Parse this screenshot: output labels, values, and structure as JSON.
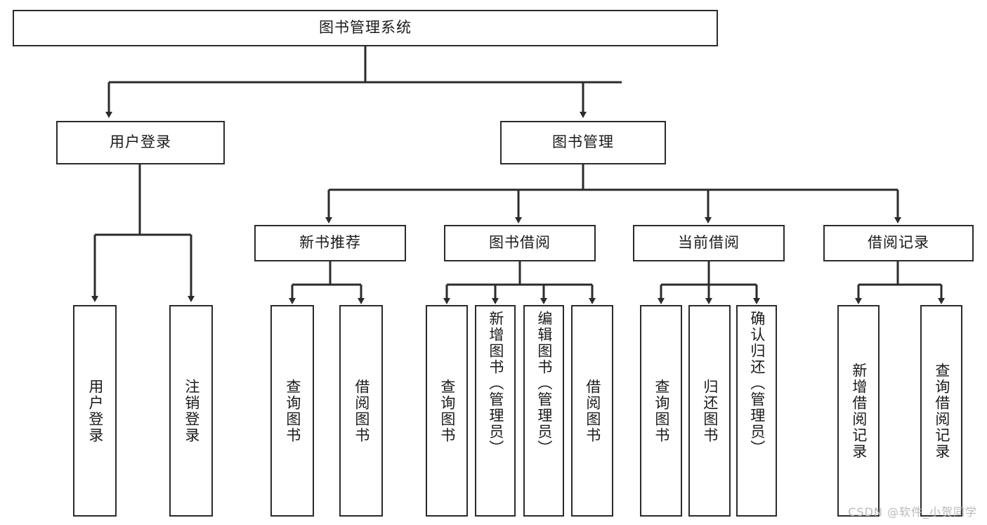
{
  "diagram": {
    "type": "tree",
    "title": "图书管理系统",
    "root": {
      "id": "root",
      "label": "图书管理系统",
      "orientation": "horizontal"
    },
    "level1": [
      {
        "id": "user-login",
        "label": "用户登录",
        "orientation": "horizontal"
      },
      {
        "id": "book-manage",
        "label": "图书管理",
        "orientation": "horizontal"
      }
    ],
    "level2": [
      {
        "id": "new-book-recommend",
        "label": "新书推荐",
        "orientation": "horizontal",
        "parent": "book-manage"
      },
      {
        "id": "book-borrow",
        "label": "图书借阅",
        "orientation": "horizontal",
        "parent": "book-manage"
      },
      {
        "id": "current-borrow",
        "label": "当前借阅",
        "orientation": "horizontal",
        "parent": "book-manage"
      },
      {
        "id": "borrow-record",
        "label": "借阅记录",
        "orientation": "horizontal",
        "parent": "book-manage"
      }
    ],
    "leaves": [
      {
        "id": "leaf-user-login",
        "label": "用户登录",
        "parent": "user-login"
      },
      {
        "id": "leaf-user-logout",
        "label": "注销登录",
        "parent": "user-login"
      },
      {
        "id": "leaf-query-book-1",
        "label": "查询图书",
        "parent": "new-book-recommend"
      },
      {
        "id": "leaf-borrow-book-1",
        "label": "借阅图书",
        "parent": "new-book-recommend"
      },
      {
        "id": "leaf-query-book-2",
        "label": "查询图书",
        "parent": "book-borrow"
      },
      {
        "id": "leaf-add-book",
        "label": "新增图书（管理员）",
        "parent": "book-borrow"
      },
      {
        "id": "leaf-edit-book",
        "label": "编辑图书（管理员）",
        "parent": "book-borrow"
      },
      {
        "id": "leaf-borrow-book-2",
        "label": "借阅图书",
        "parent": "book-borrow"
      },
      {
        "id": "leaf-query-book-3",
        "label": "查询图书",
        "parent": "current-borrow"
      },
      {
        "id": "leaf-return-book",
        "label": "归还图书",
        "parent": "current-borrow"
      },
      {
        "id": "leaf-confirm-return",
        "label": "确认归还（管理员）",
        "parent": "current-borrow"
      },
      {
        "id": "leaf-add-record",
        "label": "新增借阅记录",
        "parent": "borrow-record"
      },
      {
        "id": "leaf-query-record",
        "label": "查询借阅记录",
        "parent": "borrow-record"
      }
    ]
  },
  "watermark": {
    "text": "CSDN @软件_小贺同学"
  },
  "colors": {
    "stroke": "#2b2b2b",
    "box_fill": "#ffffff",
    "text": "#1a1a1a",
    "watermark": "#b9b9b9",
    "background": "#ffffff"
  }
}
